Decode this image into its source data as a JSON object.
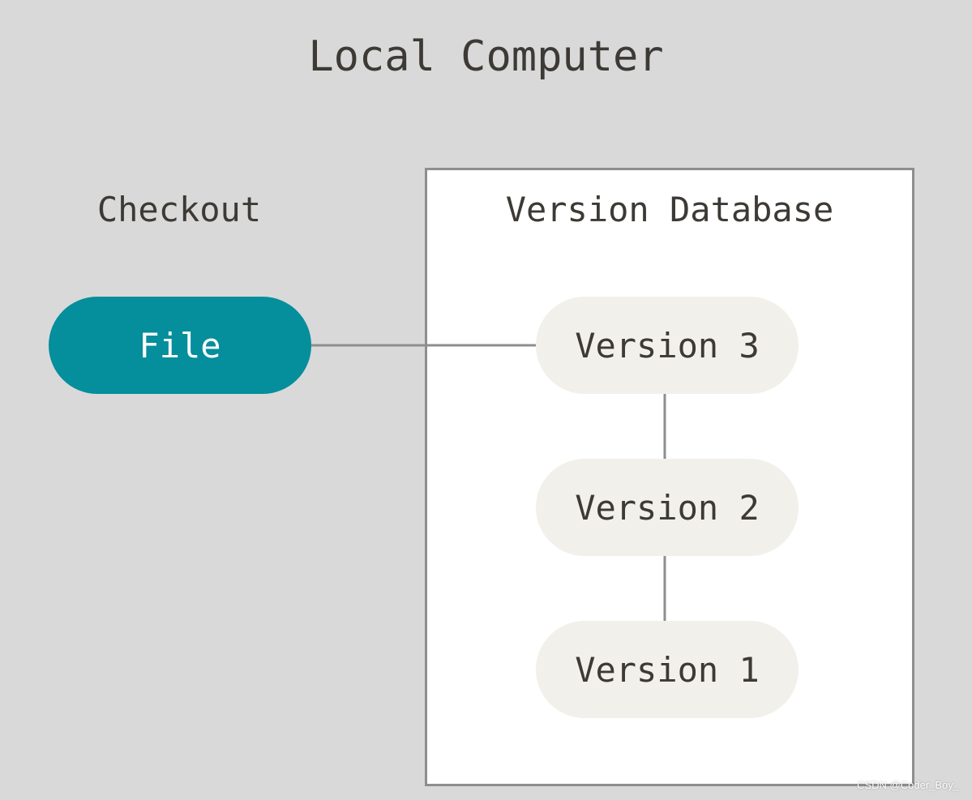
{
  "diagram": {
    "title": "Local Computer",
    "checkout_label": "Checkout",
    "database_label": "Version Database",
    "file_label": "File",
    "versions": [
      "Version 3",
      "Version 2",
      "Version 1"
    ]
  },
  "colors": {
    "background": "#d9d9d9",
    "file_fill": "#058e9b",
    "version_fill": "#f1f0eb",
    "connector": "#8e8e8e",
    "text": "#3d3a36"
  },
  "watermark": {
    "text": "CSDN @Coder_Boy_"
  }
}
